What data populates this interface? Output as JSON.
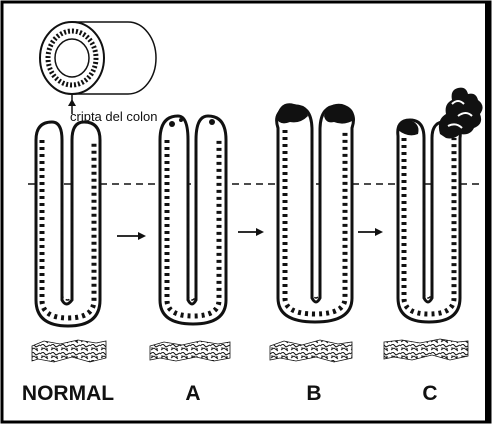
{
  "figure": {
    "crypt_label": "cripta del colon",
    "stages": [
      {
        "label": "NORMAL"
      },
      {
        "label": "A"
      },
      {
        "label": "B"
      },
      {
        "label": "C"
      }
    ],
    "colors": {
      "ink": "#111111",
      "border": "#000000",
      "background": "#ffffff"
    }
  }
}
